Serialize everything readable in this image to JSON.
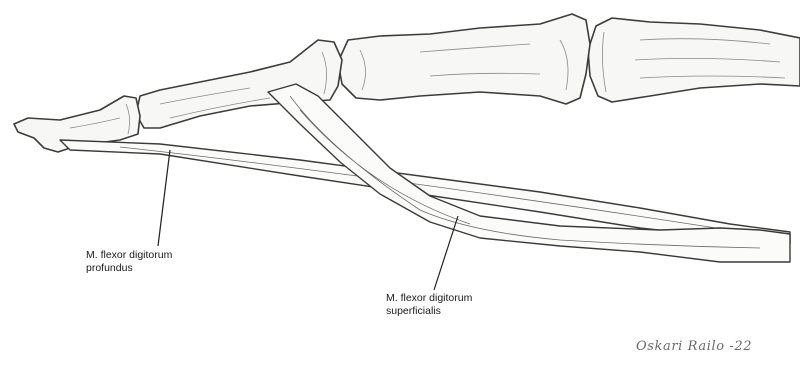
{
  "labels": {
    "profundus": [
      "M. flexor digitorum",
      "profundus"
    ],
    "superficialis": [
      "M. flexor digitorum",
      "superficialis"
    ]
  },
  "signature": "Oskari Railo -22",
  "colors": {
    "background": "#ffffff",
    "outline": "#3c3c3c",
    "bone_fill": "#f7f7f5",
    "label_text": "#1a1a1a",
    "signature": "#6a6a6a"
  }
}
